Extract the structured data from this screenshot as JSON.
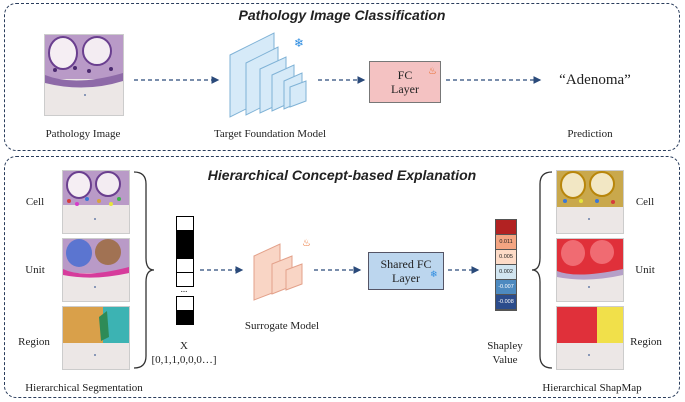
{
  "top_panel": {
    "title": "Pathology Image Classification",
    "pathology_image_label": "Pathology Image",
    "target_model_label": "Target Foundation Model",
    "fc_box": {
      "line1": "FC",
      "line2": "Layer"
    },
    "prediction_text": "“Adenoma”",
    "prediction_label": "Prediction"
  },
  "bottom_panel": {
    "title": "Hierarchical Concept-based Explanation",
    "left_rows": [
      "Cell",
      "Unit",
      "Region"
    ],
    "right_rows": [
      "Cell",
      "Unit",
      "Region"
    ],
    "segmentation_label": "Hierarchical Segmentation",
    "vector_label": "X",
    "vector_value": "[0,1,1,0,0,0…]",
    "vector_cells": [
      0,
      1,
      1,
      0,
      0,
      0,
      1
    ],
    "surrogate_label": "Surrogate Model",
    "shared_fc_box": {
      "line1": "Shared FC",
      "line2": "Layer"
    },
    "shapley_values": [
      "",
      "0.011",
      "0.005",
      "0.002",
      "-0.007",
      "-0.008"
    ],
    "shapley_colors": [
      "#b22222",
      "#f4a582",
      "#fddbc7",
      "#d1e5f0",
      "#4d8ac0",
      "#2b4c8c"
    ],
    "shapley_label_line1": "Shapley",
    "shapley_label_line2": "Value",
    "shapmap_label": "Hierarchical ShapMap"
  },
  "colors": {
    "dashed_border": "#2a3d5c",
    "arrow": "#2a4a7a",
    "target_model_fill": "#d6eaf8",
    "fc_fill": "#f4c2c2",
    "surrogate_fill": "#f9d5c5",
    "shared_fc_fill": "#bcd6ee",
    "snowflake": "#2b8be0",
    "flame": "#e8631c"
  },
  "icons": {
    "frozen": "snowflake-icon",
    "trainable": "flame-icon"
  }
}
